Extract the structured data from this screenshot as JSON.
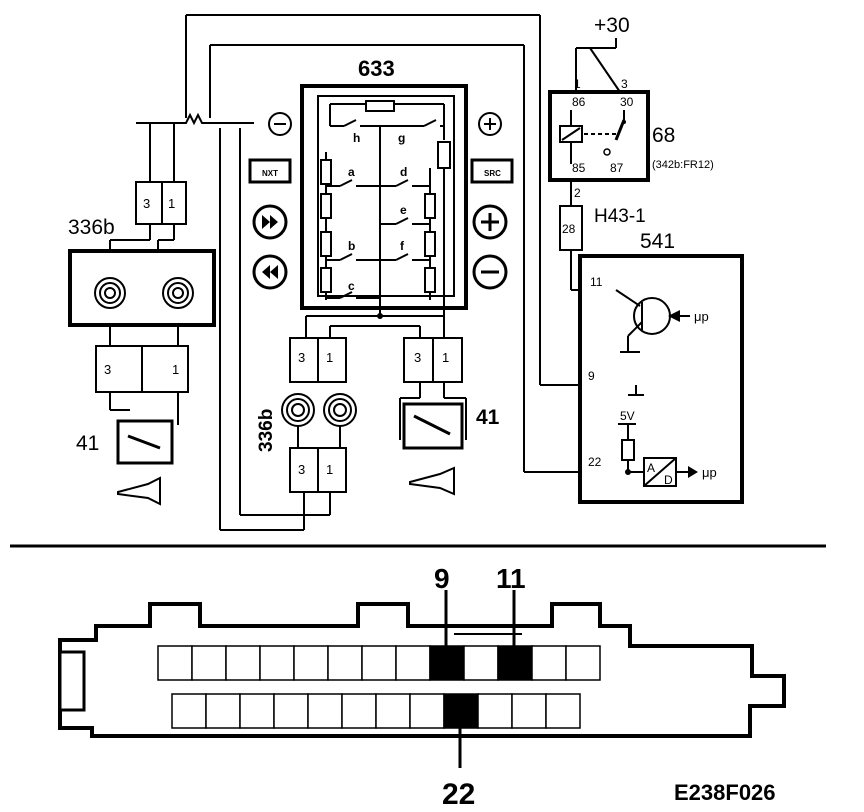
{
  "labels": {
    "module_633": "633",
    "relay_68": "68",
    "relay_68_ref": "(342b:FR12)",
    "supply": "+30",
    "connector_h43": "H43-1",
    "ecu_541": "541",
    "clockspring_left": "336b",
    "clockspring_center": "336b",
    "horn_switch_left": "41",
    "horn_switch_right": "41",
    "pin_1": "1",
    "pin_3": "3",
    "relay_pin_1": "1",
    "relay_pin_3": "3",
    "relay_pin_86": "86",
    "relay_pin_30": "30",
    "relay_pin_85": "85",
    "relay_pin_87": "87",
    "relay_pin_2": "2",
    "h43_pin": "28",
    "ecu_pin_11": "11",
    "ecu_pin_9": "9",
    "ecu_pin_22": "22",
    "voltage_5v": "5V",
    "mu_p_1": "μp",
    "mu_p_2": "μp",
    "ad_a": "A",
    "ad_d": "D",
    "btn_nxt": "NXT",
    "btn_src": "SRC",
    "sw_a": "a",
    "sw_b": "b",
    "sw_c": "c",
    "sw_d": "d",
    "sw_e": "e",
    "sw_f": "f",
    "sw_g": "g",
    "sw_h": "h",
    "conn_pin_9": "9",
    "conn_pin_11": "11",
    "conn_pin_22": "22",
    "figure_code": "E238F026"
  },
  "icons": [
    "minus-icon",
    "plus-icon",
    "fast-forward-icon",
    "rewind-icon",
    "horn-icon",
    "spiral-coil-icon",
    "transistor-icon",
    "relay-coil-icon"
  ],
  "connector": {
    "top_row_cells": 13,
    "bottom_row_cells": 12,
    "highlighted_top": [
      9,
      11
    ],
    "highlighted_bottom": [
      22
    ]
  }
}
